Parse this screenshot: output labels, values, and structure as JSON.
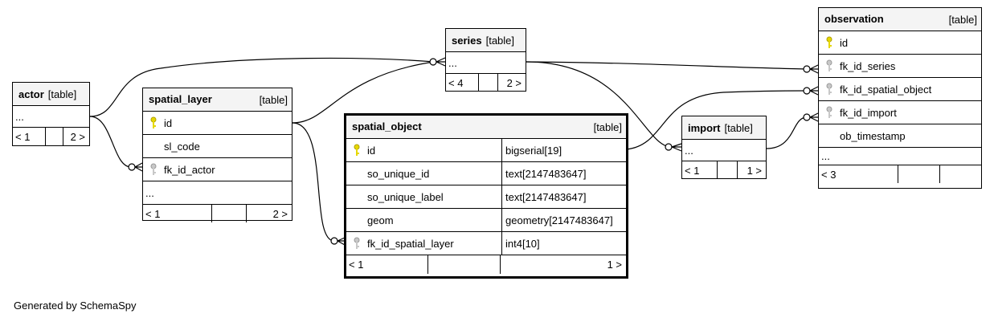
{
  "tables": {
    "actor": {
      "name": "actor",
      "tag": "[table]",
      "rows": [
        "..."
      ],
      "nav": {
        "prev": "< 1",
        "next": "2 >"
      }
    },
    "spatial_layer": {
      "name": "spatial_layer",
      "tag": "[table]",
      "rows": [
        {
          "name": "id",
          "key": "primary"
        },
        {
          "name": "sl_code",
          "key": "none"
        },
        {
          "name": "fk_id_actor",
          "key": "foreign"
        },
        {
          "name": "...",
          "key": "none"
        }
      ],
      "nav": {
        "prev": "< 1",
        "next": "2 >"
      }
    },
    "series": {
      "name": "series",
      "tag": "[table]",
      "rows": [
        "..."
      ],
      "nav": {
        "prev": "< 4",
        "next": "2 >"
      }
    },
    "spatial_object": {
      "name": "spatial_object",
      "tag": "[table]",
      "rows": [
        {
          "name": "id",
          "key": "primary",
          "type": "bigserial[19]"
        },
        {
          "name": "so_unique_id",
          "key": "none",
          "type": "text[2147483647]"
        },
        {
          "name": "so_unique_label",
          "key": "none",
          "type": "text[2147483647]"
        },
        {
          "name": "geom",
          "key": "none",
          "type": "geometry[2147483647]"
        },
        {
          "name": "fk_id_spatial_layer",
          "key": "foreign",
          "type": "int4[10]"
        }
      ],
      "nav": {
        "prev": "< 1",
        "next": "1 >"
      }
    },
    "import": {
      "name": "import",
      "tag": "[table]",
      "rows": [
        "..."
      ],
      "nav": {
        "prev": "< 1",
        "next": "1 >"
      }
    },
    "observation": {
      "name": "observation",
      "tag": "[table]",
      "rows": [
        {
          "name": "id",
          "key": "primary"
        },
        {
          "name": "fk_id_series",
          "key": "foreign"
        },
        {
          "name": "fk_id_spatial_object",
          "key": "foreign"
        },
        {
          "name": "fk_id_import",
          "key": "foreign"
        },
        {
          "name": "ob_timestamp",
          "key": "none"
        },
        {
          "name": "...",
          "key": "none"
        }
      ],
      "nav": {
        "prev": "< 3",
        "next": ""
      }
    }
  },
  "colors": {
    "primary_key": "#e6d800",
    "foreign_key": "#b0b0b0",
    "header_bg": "#f4f4f4"
  },
  "icons": {
    "primary": "key-icon-gold",
    "foreign": "key-icon-gray"
  },
  "footer": "Generated by SchemaSpy"
}
